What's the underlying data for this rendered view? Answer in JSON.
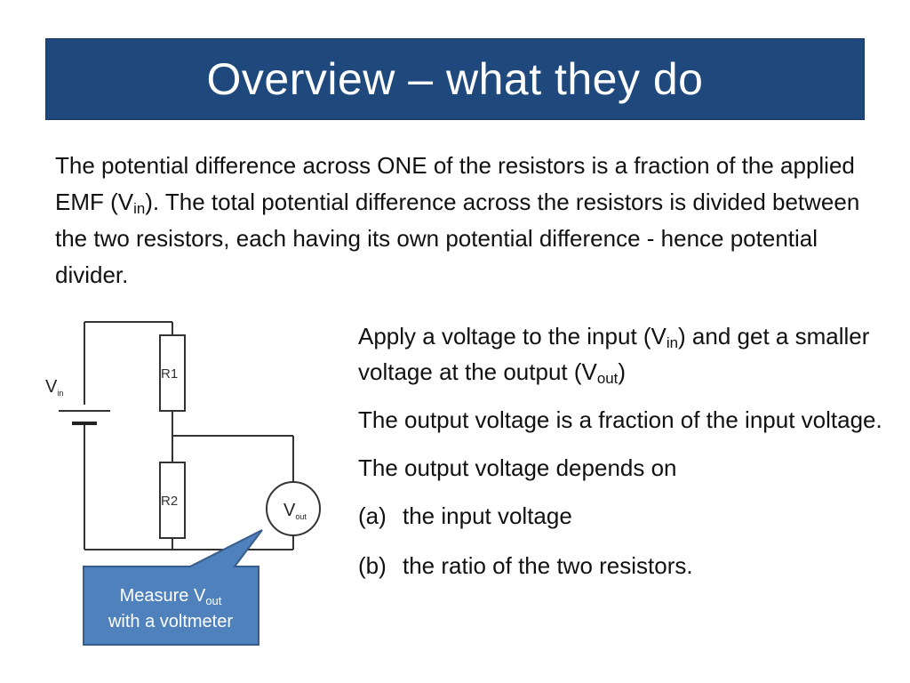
{
  "title": "Overview – what they do",
  "intro": {
    "part1": "The potential difference across ONE of the resistors is a fraction of the applied EMF (V",
    "sub1": "in",
    "part2": "). The total potential difference across the resistors is divided between the two resistors, each having its own potential difference - hence potential divider."
  },
  "diagram": {
    "r1_label": "R1",
    "r2_label": "R2",
    "vin_label": "V",
    "vin_sub": "in",
    "vout_label": "V",
    "vout_sub": "out",
    "callout_line1": "Measure V",
    "callout_sub": "out",
    "callout_line2": "with a voltmeter",
    "colors": {
      "wire": "#333333",
      "callout_fill": "#4f81bd",
      "callout_border": "#385d8a"
    }
  },
  "points": {
    "p1_a": "Apply a voltage to the input (V",
    "p1_sub1": "in",
    "p1_b": ") and get a smaller voltage at the output (V",
    "p1_sub2": "out",
    "p1_c": ")",
    "p2": "The output voltage is a fraction of the input voltage.",
    "p3": "The output voltage depends on",
    "items": [
      {
        "marker": "(a)",
        "text": "the input voltage"
      },
      {
        "marker": "(b)",
        "text": "the ratio of the two resistors."
      }
    ]
  },
  "colors": {
    "title_bg": "#1f497d",
    "title_text": "#ffffff"
  }
}
